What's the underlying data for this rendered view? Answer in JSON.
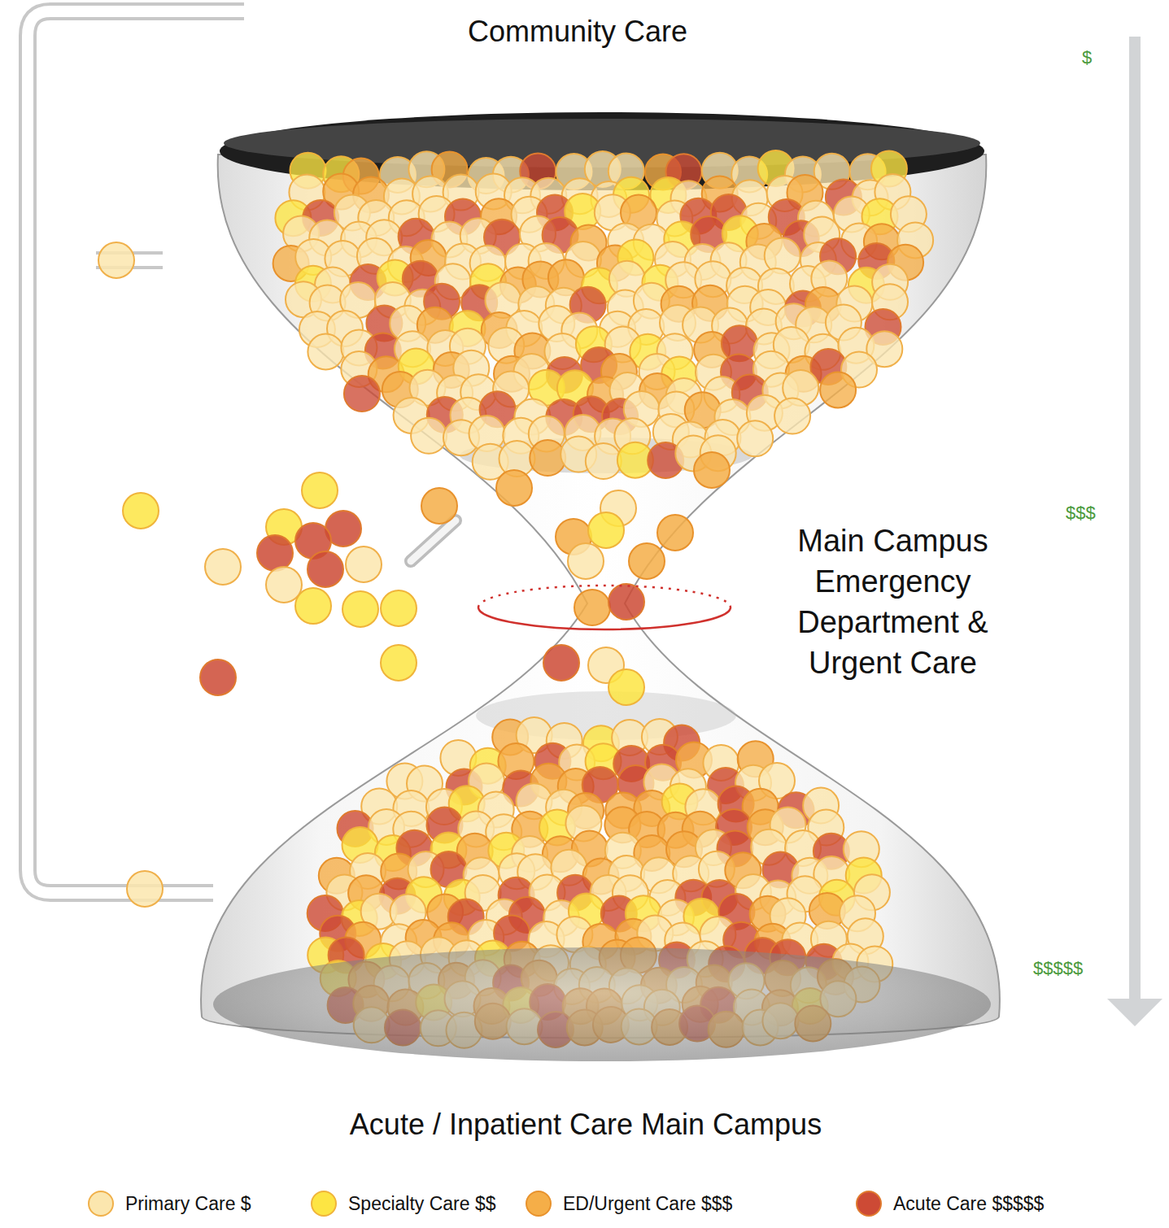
{
  "diagram": {
    "labels": [
      "Community Care",
      "$",
      "$$$",
      "Main Campus Emergency Department & Urgent Care",
      "$$$$$",
      "Acute / Inpatient Care Main Campus"
    ],
    "legend": [
      {
        "text": "Primary Care $",
        "color": "#fbe6ae"
      },
      {
        "text": "Specialty Care $$",
        "color": "#fde543"
      },
      {
        "text": "ED/Urgent Care $$$",
        "color": "#f5ae48"
      },
      {
        "text": "Acute Care $$$$$",
        "color": "#cd4a35"
      }
    ]
  }
}
